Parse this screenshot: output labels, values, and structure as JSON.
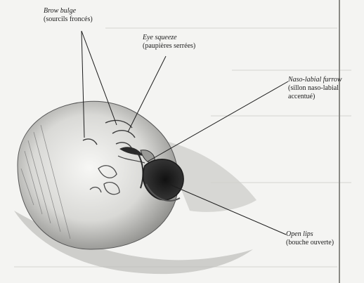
{
  "annotations": {
    "brow_bulge": {
      "term": "Brow bulge",
      "gloss": "(sourcils froncés)"
    },
    "eye_squeeze": {
      "term": "Eye squeeze",
      "gloss": "(paupières serrées)"
    },
    "nasolabial_furrow": {
      "term": "Naso-labial furrow",
      "gloss_line1": "(sillon naso-labial",
      "gloss_line2": "accentué)"
    },
    "open_lips": {
      "term": "Open lips",
      "gloss": "(bouche ouverte)"
    }
  },
  "colors": {
    "ink": "#1c1c1c",
    "paper": "#f4f4f2",
    "shade": "#6f6f6f"
  }
}
